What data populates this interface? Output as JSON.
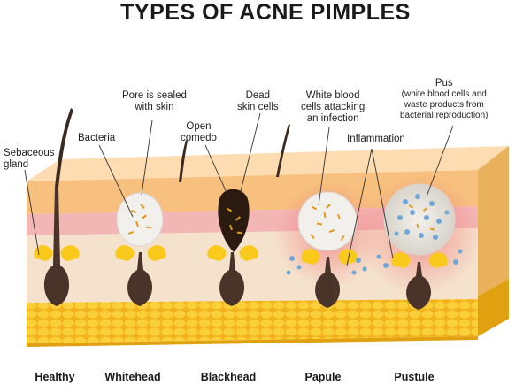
{
  "title": "TYPES OF ACNE PIMPLES",
  "labels": {
    "sebaceous_gland": [
      "Sebaceous",
      "gland"
    ],
    "bacteria": "Bacteria",
    "pore_sealed": [
      "Pore is sealed",
      "with skin"
    ],
    "open_comedo": [
      "Open",
      "comedo"
    ],
    "dead_skin": [
      "Dead",
      "skin cells"
    ],
    "white_blood": [
      "White blood",
      "cells attacking",
      "an infection"
    ],
    "inflammation": "Inflammation",
    "pus_title": "Pus",
    "pus_desc": [
      "(white blood cells and",
      "waste products from",
      "bacterial reproduction)"
    ]
  },
  "stages": [
    "Healthy",
    "Whitehead",
    "Blackhead",
    "Papule",
    "Pustule"
  ],
  "colors": {
    "epidermis": "#f7c07e",
    "epidermis_top": "#fcdcb0",
    "dermis": "#f5e2cd",
    "fat": "#f6c528",
    "fat_edge": "#e6a70f",
    "pink_layer": "#f2b7b5",
    "follicle": "#4a3328",
    "whitehead": "#f1f0ec",
    "blackhead": "#2a1a10",
    "gland": "#f9c91c",
    "redness": "#f07c7c"
  }
}
